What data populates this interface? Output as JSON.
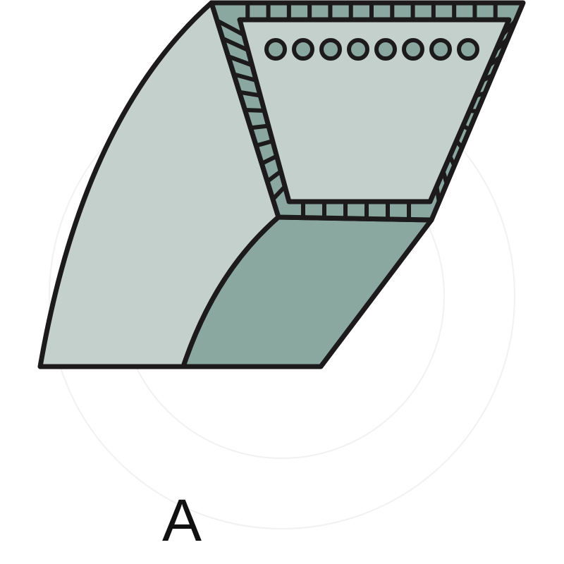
{
  "diagram": {
    "subject": "V-belt cross-section",
    "profile_label": "A",
    "colors": {
      "outline": "#1c1a1a",
      "light_face": "#c3d0cc",
      "dark_face": "#8aa8a0",
      "cord_fill": "#8aa8a0",
      "background": "#ffffff"
    },
    "cords": {
      "count": 8
    },
    "top_segments": 14,
    "bottom_segments": 7,
    "side_segments": 12
  }
}
